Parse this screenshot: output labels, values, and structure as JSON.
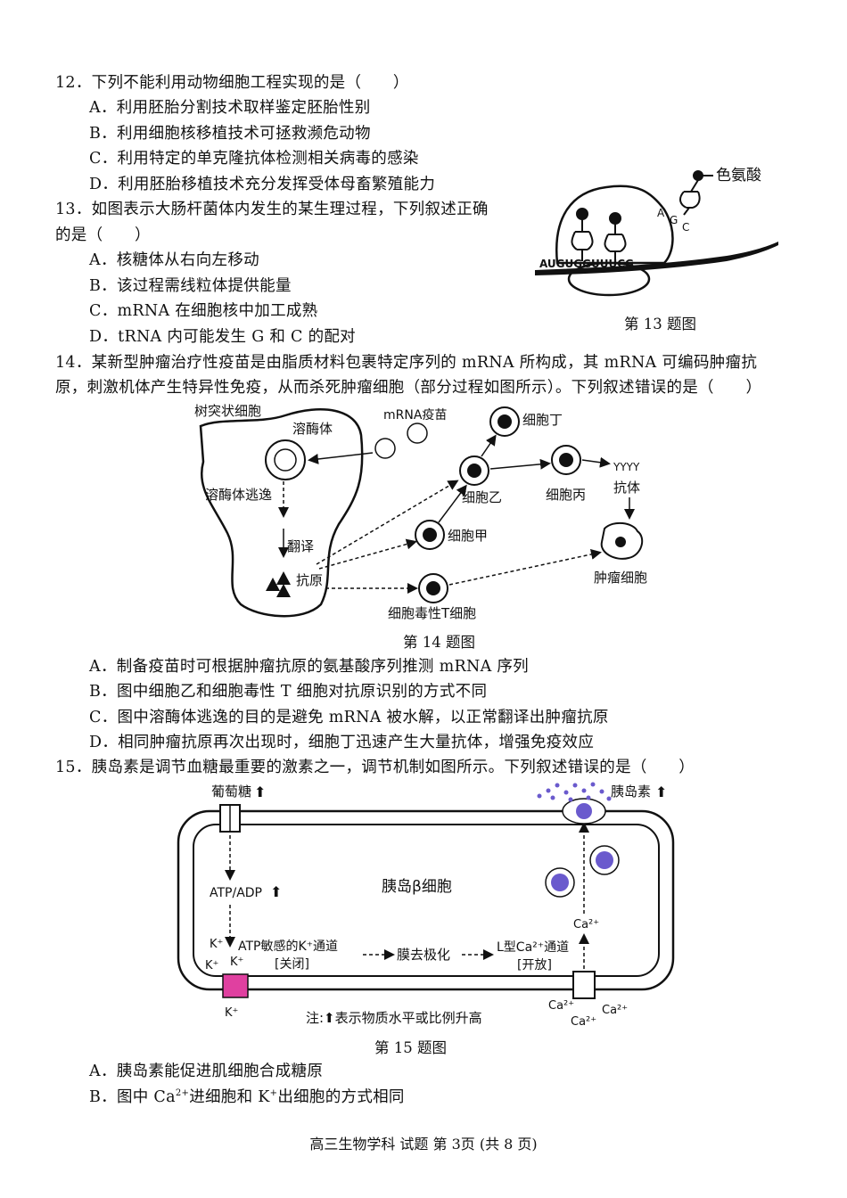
{
  "q12": {
    "stem": "12．下列不能利用动物细胞工程实现的是（　　）",
    "options": [
      "A．利用胚胎分割技术取样鉴定胚胎性别",
      "B．利用细胞核移植技术可拯救濒危动物",
      "C．利用特定的单克隆抗体检测相关病毒的感染",
      "D．利用胚胎移植技术充分发挥受体母畜繁殖能力"
    ]
  },
  "q13": {
    "stem_line1": "13．如图表示大肠杆菌体内发生的某生理过程，下列叙述正确",
    "stem_line2": "的是（　　）",
    "options": [
      "A．核糖体从右向左移动",
      "B．该过程需线粒体提供能量",
      "C．mRNA 在细胞核中加工成熟",
      "D．tRNA 内可能发生 G 和 C 的配对"
    ],
    "figure": {
      "amino_acid": "色氨酸",
      "mrna_seq": "AUGUGGUUUCG",
      "anticodon": [
        "A",
        "G",
        "C"
      ],
      "caption": "第 13 题图"
    }
  },
  "q14": {
    "stem_line1": "14．某新型肿瘤治疗性疫苗是由脂质材料包裹特定序列的 mRNA 所构成，其 mRNA 可编码肿瘤抗",
    "stem_line2": "原，刺激机体产生特异性免疫，从而杀死肿瘤细胞（部分过程如图所示）。下列叙述错误的是（　　）",
    "figure": {
      "dendritic": "树突状细胞",
      "lysosome": "溶酶体",
      "vaccine": "mRNA疫苗",
      "escape": "溶酶体逃逸",
      "translation": "翻译",
      "antigen": "抗原",
      "cell_jia": "细胞甲",
      "cell_yi": "细胞乙",
      "cell_bing": "细胞丙",
      "cell_ding": "细胞丁",
      "antibody": "抗体",
      "tumor": "肿瘤细胞",
      "ctl": "细胞毒性T细胞",
      "caption": "第 14 题图"
    },
    "options": [
      "A．制备疫苗时可根据肿瘤抗原的氨基酸序列推测 mRNA 序列",
      "B．图中细胞乙和细胞毒性 T 细胞对抗原识别的方式不同",
      "C．图中溶酶体逃逸的目的是避免 mRNA 被水解，以正常翻译出肿瘤抗原",
      "D．相同肿瘤抗原再次出现时，细胞丁迅速产生大量抗体，增强免疫效应"
    ]
  },
  "q15": {
    "stem": "15．胰岛素是调节血糖最重要的激素之一，调节机制如图所示。下列叙述错误的是（　　）",
    "figure": {
      "glucose": "葡萄糖",
      "insulin": "胰岛素",
      "atp_adp": "ATP/ADP",
      "cell": "胰岛β细胞",
      "k_plus": "K⁺",
      "k_channel": "ATP敏感的K⁺通道",
      "k_state": "[关闭]",
      "depolarize": "膜去极化",
      "ca_channel": "L型Ca²⁺通道",
      "ca_state": "[开放]",
      "ca_plus": "Ca²⁺",
      "note": "注:⬆表示物质水平或比例升高",
      "caption": "第 15 题图"
    },
    "option_a": "A．胰岛素能促进肌细胞合成糖原",
    "option_b_1": "B．图中 Ca",
    "option_b_sup1": "2+",
    "option_b_2": "进细胞和 K",
    "option_b_sup2": "+",
    "option_b_3": "出细胞的方式相同"
  },
  "footer": "高三生物学科  试题  第 3页 (共 8 页)",
  "colors": {
    "arrow_blue": "#2a63c7",
    "insulin_purple": "#6a5acd",
    "channel_pink": "#e040a0"
  }
}
